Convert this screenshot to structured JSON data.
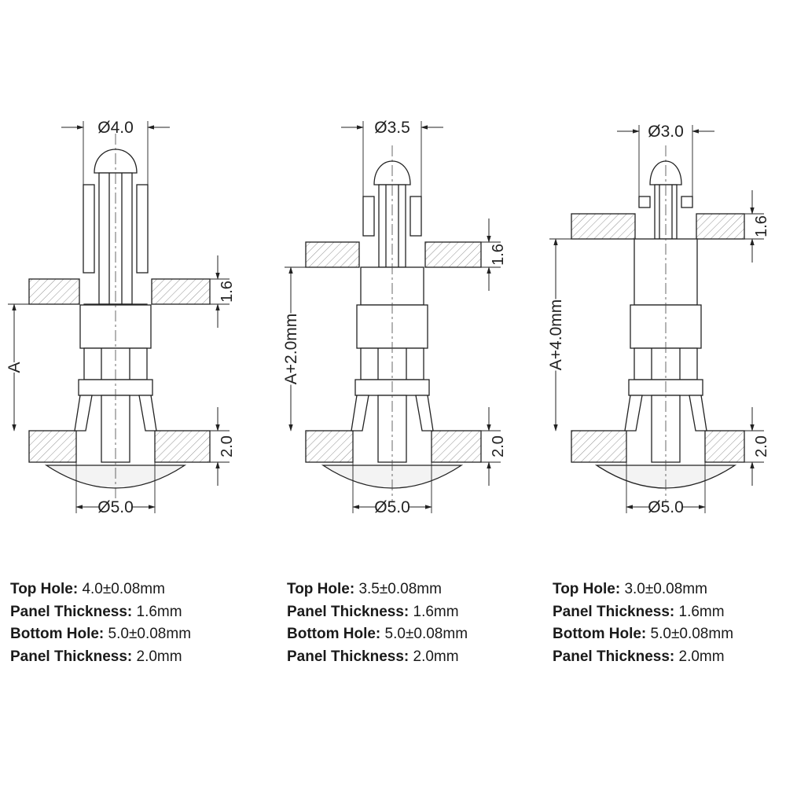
{
  "variants": [
    {
      "top_dia": "Ø4.0",
      "bottom_dia": "Ø5.0",
      "top_panel": "1.6",
      "bottom_panel": "2.0",
      "height": "A",
      "specs": [
        {
          "key": "Top Hole:",
          "value": " 4.0±0.08mm"
        },
        {
          "key": "Panel Thickness:",
          "value": " 1.6mm"
        },
        {
          "key": "Bottom Hole:",
          "value": " 5.0±0.08mm"
        },
        {
          "key": "Panel Thickness:",
          "value": " 2.0mm"
        }
      ]
    },
    {
      "top_dia": "Ø3.5",
      "bottom_dia": "Ø5.0",
      "top_panel": "1.6",
      "bottom_panel": "2.0",
      "height": "A+2.0mm",
      "specs": [
        {
          "key": "Top Hole:",
          "value": " 3.5±0.08mm"
        },
        {
          "key": "Panel Thickness:",
          "value": " 1.6mm"
        },
        {
          "key": "Bottom Hole:",
          "value": " 5.0±0.08mm"
        },
        {
          "key": "Panel Thickness:",
          "value": " 2.0mm"
        }
      ]
    },
    {
      "top_dia": "Ø3.0",
      "bottom_dia": "Ø5.0",
      "top_panel": "1.6",
      "bottom_panel": "2.0",
      "height": "A+4.0mm",
      "specs": [
        {
          "key": "Top Hole:",
          "value": " 3.0±0.08mm"
        },
        {
          "key": "Panel Thickness:",
          "value": " 1.6mm"
        },
        {
          "key": "Bottom Hole:",
          "value": " 5.0±0.08mm"
        },
        {
          "key": "Panel Thickness:",
          "value": " 2.0mm"
        }
      ]
    }
  ]
}
